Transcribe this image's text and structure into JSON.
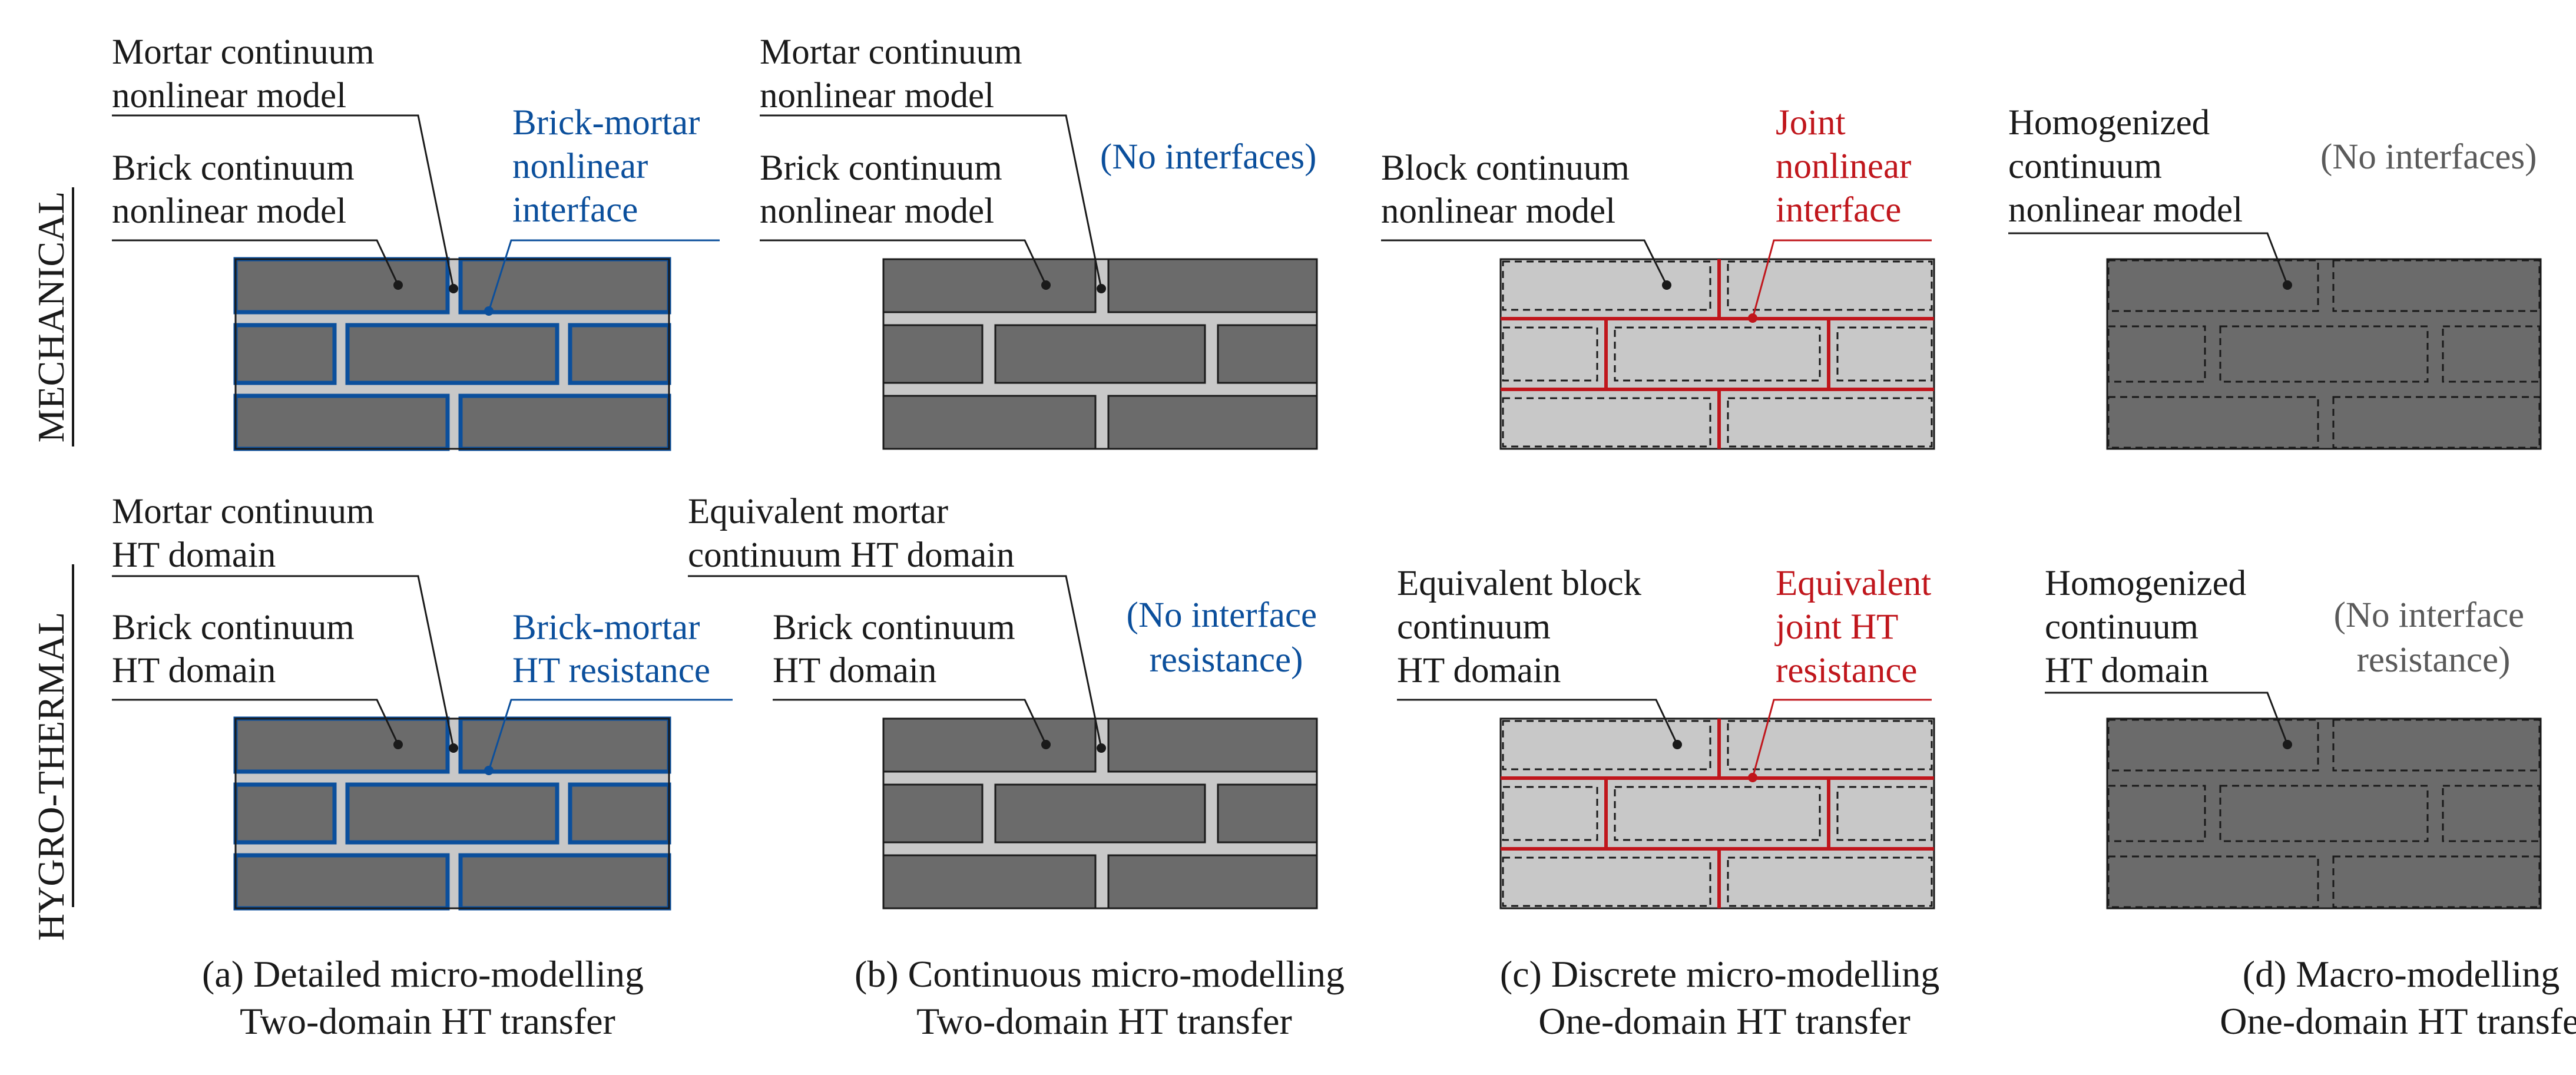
{
  "colors": {
    "brick_dark": "#6b6b6b",
    "mortar_light": "#c8c8c8",
    "interface_blue": "#0b4f9c",
    "joint_red": "#c0161c",
    "text": "#1a1a1a",
    "gray_text": "#5a5a5a"
  },
  "rows": {
    "mechanical": "MECHANICAL",
    "hygrothermal": "HYGRO-THERMAL"
  },
  "mech": {
    "a": {
      "mortar": [
        "Mortar continuum",
        "nonlinear model"
      ],
      "brick": [
        "Brick continuum",
        "nonlinear model"
      ],
      "iface": [
        "Brick-mortar",
        "nonlinear",
        "interface"
      ]
    },
    "b": {
      "mortar": [
        "Mortar continuum",
        "nonlinear model"
      ],
      "brick": [
        "Brick continuum",
        "nonlinear model"
      ],
      "note": "(No interfaces)"
    },
    "c": {
      "block": [
        "Block continuum",
        "nonlinear model"
      ],
      "joint": [
        "Joint",
        "nonlinear",
        "interface"
      ]
    },
    "d": {
      "homog": [
        "Homogenized",
        "continuum",
        "nonlinear model"
      ],
      "note": "(No interfaces)"
    }
  },
  "hygro": {
    "a": {
      "mortar": [
        "Mortar continuum",
        "HT domain"
      ],
      "brick": [
        "Brick continuum",
        "HT domain"
      ],
      "iface": [
        "Brick-mortar",
        "HT resistance"
      ]
    },
    "b": {
      "mortar": [
        "Equivalent mortar",
        "continuum HT domain"
      ],
      "brick": [
        "Brick continuum",
        "HT domain"
      ],
      "note": [
        "(No interface",
        "resistance)"
      ]
    },
    "c": {
      "block": [
        "Equivalent block",
        "continuum",
        "HT domain"
      ],
      "joint": [
        "Equivalent",
        "joint HT",
        "resistance"
      ]
    },
    "d": {
      "homog": [
        "Homogenized",
        "continuum",
        "HT domain"
      ],
      "note": [
        "(No interface",
        "resistance)"
      ]
    }
  },
  "captions": {
    "a": [
      "(a) Detailed micro-modelling",
      "Two-domain HT transfer"
    ],
    "b": [
      "(b) Continuous micro-modelling",
      "Two-domain HT transfer"
    ],
    "c": [
      "(c) Discrete micro-modelling",
      "One-domain HT transfer"
    ],
    "d": [
      "(d) Macro-modelling",
      "One-domain HT transfer"
    ]
  }
}
